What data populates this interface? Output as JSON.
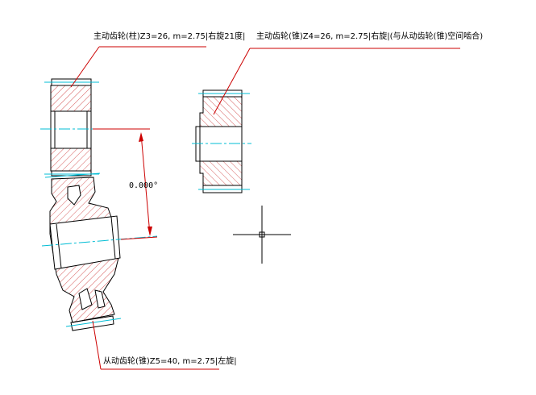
{
  "labels": {
    "gear_z3": "主动齿轮(柱)Z3=26, m=2.75|右旋21度|",
    "gear_z4": "主动齿轮(锥)Z4=26, m=2.75|右旋|(与从动齿轮(锥)空间啮合)",
    "gear_z5": "从动齿轮(锥)Z5=40, m=2.75|左旋|"
  },
  "dimension": {
    "angle_value": "0.000°"
  },
  "colors": {
    "outline": "#000000",
    "leader": "#cc0000",
    "hatch": "#cc3333",
    "centerline": "#00bcd4",
    "crosshair": "#000000"
  }
}
